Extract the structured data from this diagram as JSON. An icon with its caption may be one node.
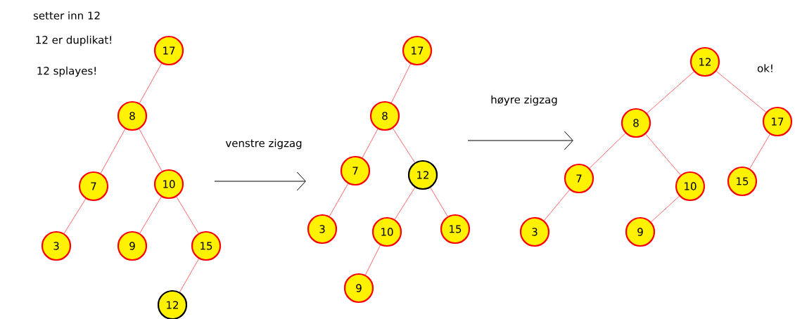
{
  "diagram": {
    "nodes": [
      {
        "text": [
          "17"
        ]
      },
      {
        "text": [
          "8"
        ]
      },
      {
        "text": [
          "7"
        ]
      },
      {
        "text": [
          "10"
        ]
      },
      {
        "text": [
          "3"
        ]
      },
      {
        "text": [
          "9"
        ]
      },
      {
        "text": [
          "15"
        ]
      },
      {
        "text": [
          "12"
        ]
      },
      {
        "text": [
          "17"
        ]
      },
      {
        "text": [
          "8"
        ]
      },
      {
        "text": [
          "7"
        ]
      },
      {
        "text": [
          "12"
        ]
      },
      {
        "text": [
          "3"
        ]
      },
      {
        "text": [
          "10"
        ]
      },
      {
        "text": [
          "15"
        ]
      },
      {
        "text": [
          "9"
        ]
      },
      {
        "text": [
          "12"
        ]
      },
      {
        "text": [
          "8"
        ]
      },
      {
        "text": [
          "17"
        ]
      },
      {
        "text": [
          "7"
        ]
      },
      {
        "text": [
          "10"
        ]
      },
      {
        "text": [
          "15"
        ]
      },
      {
        "text": [
          "3"
        ]
      },
      {
        "text": [
          "9"
        ]
      }
    ],
    "edges": [
      {
        "from": 0,
        "to": 1,
        "arrow": "none"
      },
      {
        "from": 1,
        "to": 2,
        "arrow": "none"
      },
      {
        "from": 1,
        "to": 3,
        "arrow": "none"
      },
      {
        "from": 2,
        "to": 4,
        "arrow": "none"
      },
      {
        "from": 3,
        "to": 5,
        "arrow": "none"
      },
      {
        "from": 3,
        "to": 6,
        "arrow": "none"
      },
      {
        "from": 6,
        "to": 7,
        "arrow": "none"
      },
      {
        "from": 8,
        "to": 9,
        "arrow": "none"
      },
      {
        "from": 9,
        "to": 10,
        "arrow": "none"
      },
      {
        "from": 9,
        "to": 11,
        "arrow": "none"
      },
      {
        "from": 10,
        "to": 12,
        "arrow": "none"
      },
      {
        "from": 11,
        "to": 13,
        "arrow": "none"
      },
      {
        "from": 11,
        "to": 14,
        "arrow": "none"
      },
      {
        "from": 13,
        "to": 15,
        "arrow": "none"
      },
      {
        "from": 16,
        "to": 17,
        "arrow": "none"
      },
      {
        "from": 16,
        "to": 18,
        "arrow": "none"
      },
      {
        "from": 17,
        "to": 19,
        "arrow": "none"
      },
      {
        "from": 17,
        "to": 20,
        "arrow": "none"
      },
      {
        "from": 19,
        "to": 22,
        "arrow": "none"
      },
      {
        "from": 20,
        "to": 23,
        "arrow": "none"
      },
      {
        "from": 18,
        "to": 21,
        "arrow": "none"
      }
    ],
    "labels": [
      "setter inn 12",
      "12 er duplikat!",
      "12 splayes!",
      "venstre zigzag",
      "høyre zigzag",
      "ok!"
    ]
  }
}
